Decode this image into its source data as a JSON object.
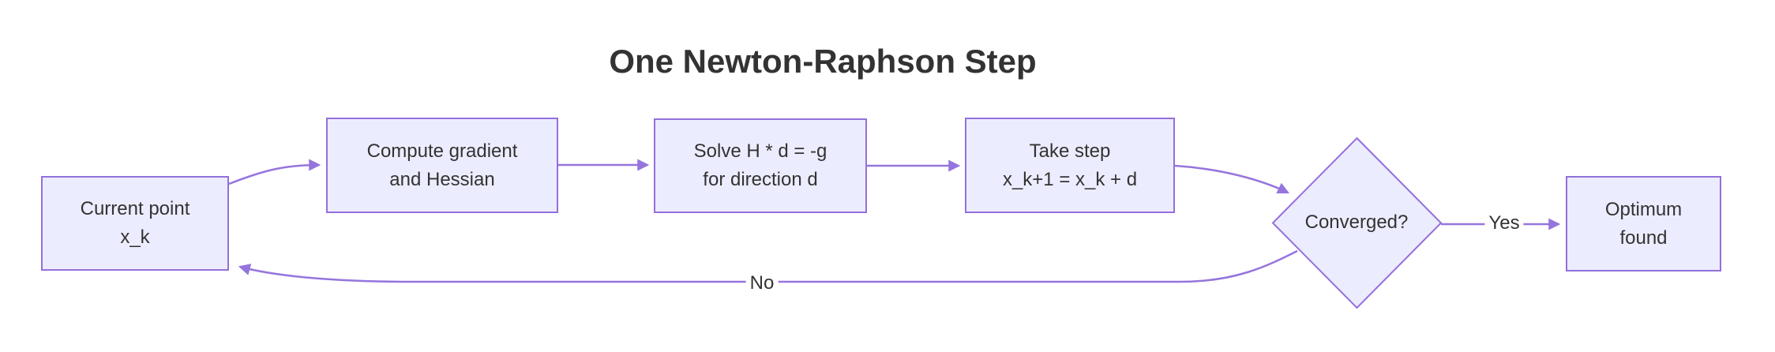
{
  "title": "One Newton-Raphson Step",
  "colors": {
    "background": "#ffffff",
    "node_fill": "#ECECFF",
    "node_border": "#9370DB",
    "edge": "#9575DD",
    "text": "#333333"
  },
  "nodes": {
    "current_point": {
      "line1": "Current point",
      "line2": "x_k"
    },
    "compute_gradient": {
      "line1": "Compute gradient",
      "line2": "and Hessian"
    },
    "solve_system": {
      "line1": "Solve H * d = -g",
      "line2": "for direction d"
    },
    "take_step": {
      "line1": "Take step",
      "line2": "x_k+1 = x_k + d"
    },
    "converged": {
      "label": "Converged?"
    },
    "optimum_found": {
      "line1": "Optimum",
      "line2": "found"
    }
  },
  "edge_labels": {
    "yes": "Yes",
    "no": "No"
  }
}
